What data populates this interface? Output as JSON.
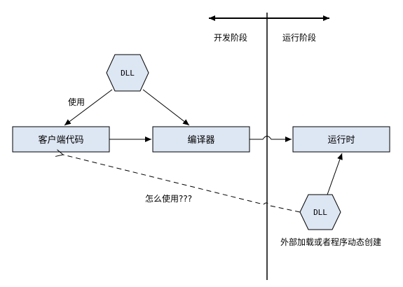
{
  "phases": {
    "dev": "开发阶段",
    "runtime": "运行阶段"
  },
  "boxes": {
    "client": "客户端代码",
    "compiler": "编译器",
    "runtime": "运行时"
  },
  "hexagons": {
    "top": "DLL",
    "bottom": "DLL"
  },
  "labels": {
    "use": "使用",
    "how_to_use": "怎么使用???",
    "external_load": "外部加载或者程序动态创建"
  },
  "colors": {
    "box_fill": "#dde6f3",
    "stroke": "#000000",
    "background": "#ffffff"
  }
}
